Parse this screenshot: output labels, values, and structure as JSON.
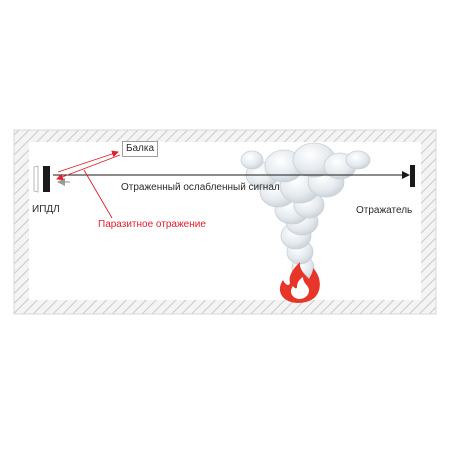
{
  "labels": {
    "beam": "Балка",
    "signal": "Отраженный ослабленный сигнал",
    "detector": "ИПДЛ",
    "reflector": "Отражатель",
    "parasitic": "Паразитное отражение"
  },
  "colors": {
    "wall_hatch": "#c9c9c9",
    "wall_fill": "#f4f4f4",
    "room_bg": "#ffffff",
    "device": "#1a1a1a",
    "beam_line": "#1a1a1a",
    "parasitic_arrow": "#e3202a",
    "parasitic_label": "#e3202a",
    "fire_red": "#e8352a",
    "smoke": "#dfe4e8"
  },
  "icons": {
    "smoke": "smoke-cloud-icon",
    "fire": "fire-icon"
  }
}
